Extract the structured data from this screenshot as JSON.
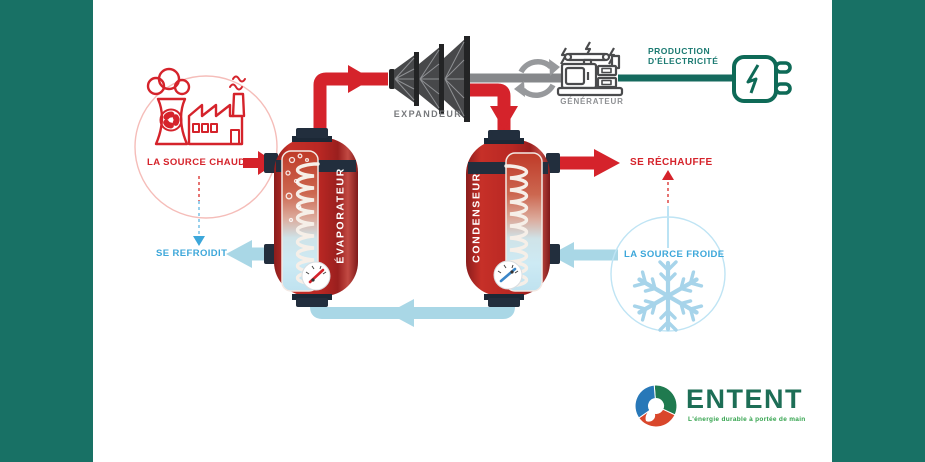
{
  "page": {
    "band_color": "#187165",
    "background": "#ffffff"
  },
  "diagram": {
    "hot_source": {
      "label": "LA SOURCE CHAUDE",
      "color": "#d5232b",
      "icon": "power-plant-icon"
    },
    "cools_down": {
      "label": "SE REFROIDIT",
      "color": "#3da7da"
    },
    "evaporator": {
      "label": "ÉVAPORATEUR",
      "body_color": "#b82723",
      "cap_color": "#222e3d"
    },
    "expander": {
      "label": "EXPANDEUR",
      "color": "#47484a"
    },
    "generator": {
      "label": "GÉNÉRATEUR",
      "icon": "generator-icon"
    },
    "electricity": {
      "label_line1": "PRODUCTION",
      "label_line2": "D'ÉLECTRICITÉ",
      "color": "#1b7a72",
      "icon": "plug-icon"
    },
    "condenser": {
      "label": "CONDENSEUR",
      "body_color": "#b82723",
      "cap_color": "#222e3d"
    },
    "warms_up": {
      "label": "SE RÉCHAUFFE",
      "color": "#d5232b"
    },
    "cold_source": {
      "label": "LA SOURCE FROIDE",
      "color": "#3da7da",
      "icon": "snowflake-icon"
    }
  },
  "pipes": {
    "hot_color": "#d5232b",
    "cold_color": "#a9d7e6",
    "shaft_color": "#86888b",
    "wire_color": "#156a5e"
  },
  "logo": {
    "name": "ENTENT",
    "tagline": "L'énergie durable à portée de main",
    "name_color": "#1d6e56",
    "tagline_color": "#33a34d"
  }
}
